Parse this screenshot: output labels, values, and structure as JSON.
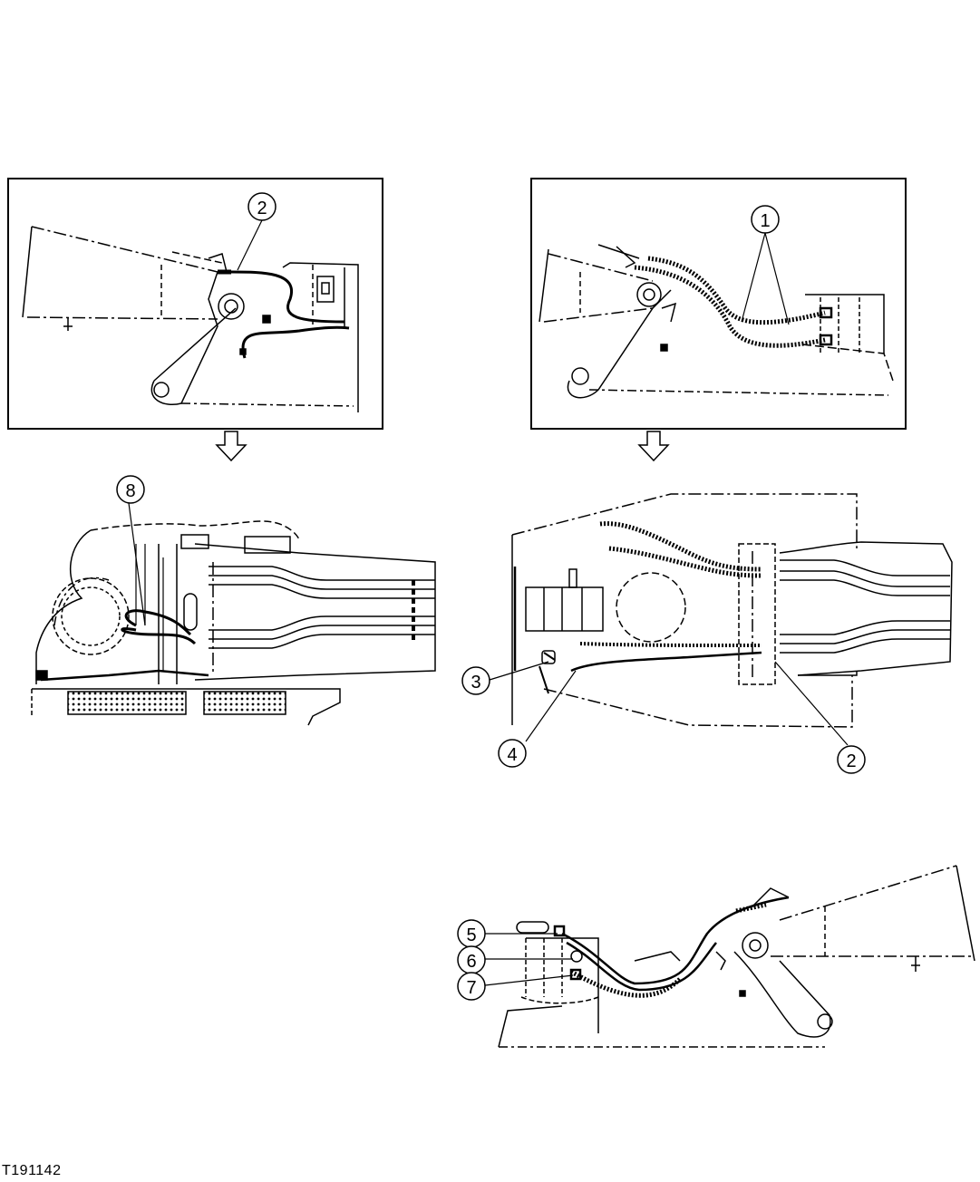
{
  "figure_id": "T191142",
  "callouts": [
    "1",
    "2",
    "3",
    "4",
    "5",
    "6",
    "7",
    "8"
  ]
}
